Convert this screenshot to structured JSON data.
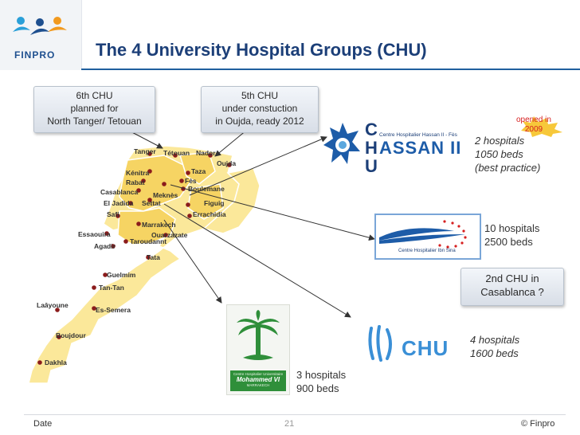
{
  "logo": {
    "text": "FINPRO",
    "icon": "finpro-figures-icon"
  },
  "title": "The 4 University Hospital Groups (CHU)",
  "callouts": {
    "sixth": [
      "6th CHU",
      "planned  for",
      "North Tanger/ Tetouan"
    ],
    "fifth": [
      "5th CHU",
      "under constuction",
      "in Oujda, ready 2012"
    ],
    "second": [
      "2nd CHU in",
      "Casablanca ?"
    ]
  },
  "opened": [
    "opened in",
    "2009"
  ],
  "hassan": {
    "letters": [
      "C",
      "H",
      "U"
    ],
    "line1": "Centre Hospitalier Hassan II - Fès",
    "name": "ASSAN II",
    "notes": [
      "2 hospitals",
      "1050 beds",
      "(best practice)"
    ]
  },
  "ibnsina": {
    "caption": "Centre Hospitalier Ibn Sina",
    "notes": [
      "10 hospitals",
      "2500 beds"
    ]
  },
  "ibnrochd": {
    "chu": "CHU",
    "notes": [
      "4 hospitals",
      "1600 beds"
    ]
  },
  "mohammed": {
    "line1": "Centre Hospitalier Universitaire",
    "line2": "Mohammed VI",
    "line3": "MARRAKECH",
    "notes": [
      "3 hospitals",
      "900 beds"
    ]
  },
  "cities": [
    "Tanger",
    "Tétouan",
    "Nador",
    "Oujda",
    "Taza",
    "Kénitra",
    "Fès",
    "Rabat",
    "Boulemane",
    "Casablanca",
    "Meknès",
    "El Jadida",
    "Settat",
    "Figuig",
    "Safi",
    "Errachidia",
    "Marrakech",
    "Essaouira",
    "Ouarzazate",
    "Agadir",
    "Taroudannt",
    "Tata",
    "Guelmim",
    "Tan-Tan",
    "Laâyoune",
    "Es-Semera",
    "Boujdour",
    "Dakhla"
  ],
  "colors": {
    "title": "#1c3f78",
    "accent_red": "#d61f1f",
    "map_fill": "#fbe89a",
    "map_region": "#f6d463"
  },
  "footer": {
    "date": "Date",
    "page": "21",
    "copyright": "© Finpro"
  }
}
